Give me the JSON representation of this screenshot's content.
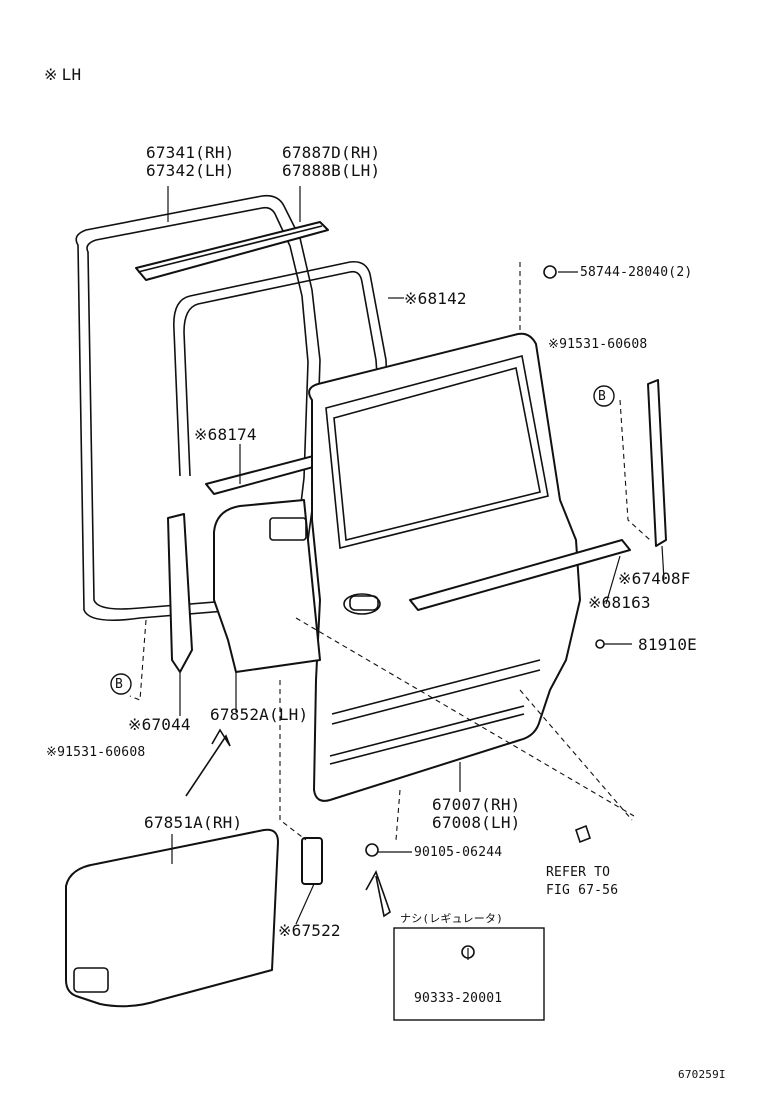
{
  "legend": {
    "mark": "※",
    "text": "LH"
  },
  "labels": {
    "p67341": "67341(RH)",
    "p67342": "67342(LH)",
    "p67887": "67887D(RH)",
    "p67888": "67888B(LH)",
    "p58744": "58744-28040(2)",
    "p68142": "※68142",
    "p91531_r": "※91531-60608",
    "b_right": "B",
    "p68174": "※68174",
    "p67408": "※67408F",
    "p68163": "※68163",
    "p81910": "81910E",
    "b_left": "B",
    "p67044": "※67044",
    "p67852": "67852A(LH)",
    "p91531_l": "※91531-60608",
    "p67007": "67007(RH)",
    "p67008": "67008(LH)",
    "p67851": "67851A(RH)",
    "p90105": "90105-06244",
    "refer_1": "REFER TO",
    "refer_2": "FIG 67-56",
    "nashi": "ナシ(レギュレータ)",
    "p90333": "90333-20001",
    "p67522": "※67522",
    "fig_no": "670259I"
  }
}
